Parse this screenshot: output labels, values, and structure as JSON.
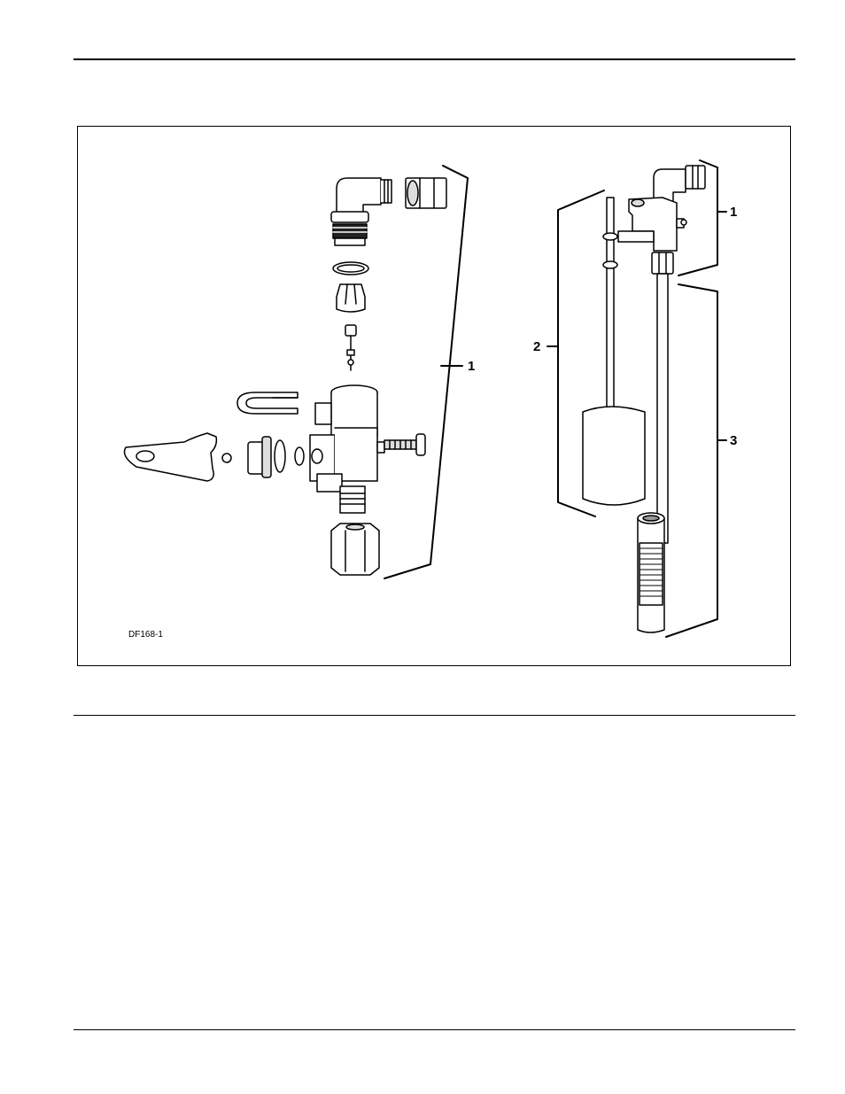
{
  "figure": {
    "code": "DF168-1",
    "callouts": [
      "1",
      "1",
      "2",
      "3"
    ]
  }
}
